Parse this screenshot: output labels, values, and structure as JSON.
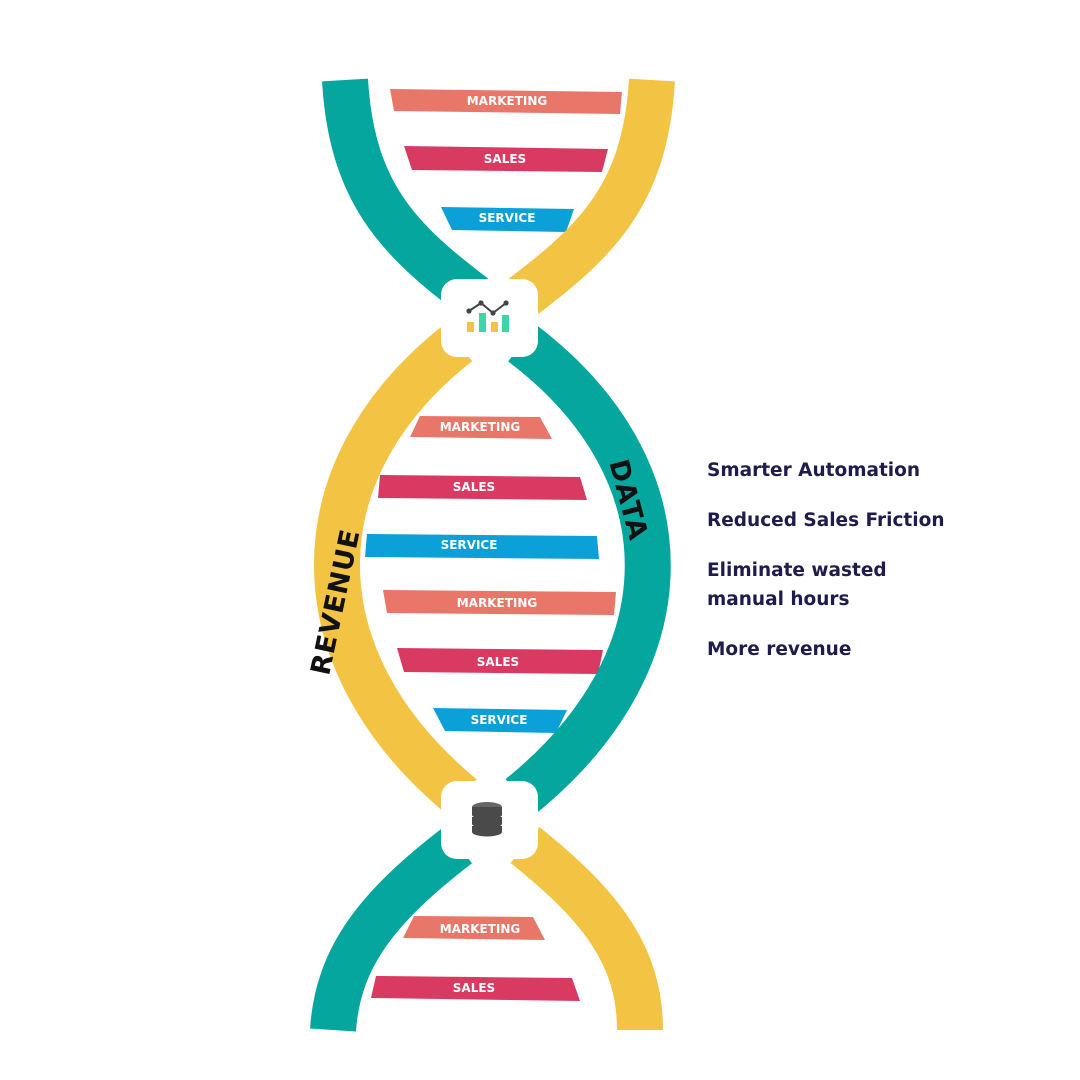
{
  "colors": {
    "teal": "#05A69E",
    "yellow": "#F3C443",
    "marketing": "#E8776A",
    "sales": "#D93A62",
    "service": "#0BA0D8",
    "text": "#1F1B4D"
  },
  "strands": {
    "left_label": "REVENUE",
    "right_label": "DATA"
  },
  "icons": {
    "top": "analytics-chart-icon",
    "bottom": "database-icon"
  },
  "bars": [
    {
      "label": "MARKETING"
    },
    {
      "label": "SALES"
    },
    {
      "label": "SERVICE"
    },
    {
      "label": "MARKETING"
    },
    {
      "label": "SALES"
    },
    {
      "label": "SERVICE"
    },
    {
      "label": "MARKETING"
    },
    {
      "label": "SALES"
    },
    {
      "label": "SERVICE"
    },
    {
      "label": "MARKETING"
    },
    {
      "label": "SALES"
    }
  ],
  "benefits": [
    "Smarter Automation",
    "Reduced Sales Friction",
    "Eliminate wasted manual hours",
    "More revenue"
  ]
}
